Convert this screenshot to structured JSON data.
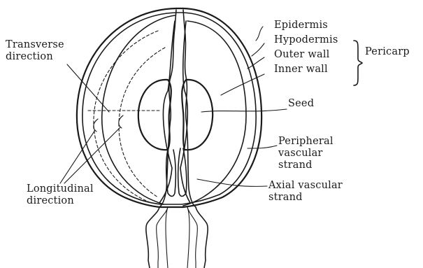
{
  "labels": {
    "transverse": "Transverse\ndirection",
    "longitudinal": "Longitudinal\ndirection",
    "epidermis": "Epidermis",
    "hypodermis": "Hypodermis",
    "outer_wall": "Outer wall",
    "inner_wall": "Inner wall",
    "pericarp": "Pericarp",
    "seed": "Seed",
    "peripheral": "Peripheral\nvascular\nstrand",
    "axial": "Axial vascular\nstrand"
  }
}
